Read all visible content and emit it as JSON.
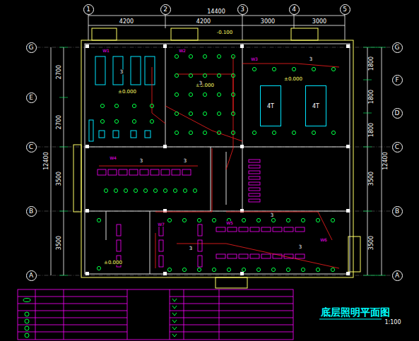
{
  "diagram": {
    "title": "底层照明平面图",
    "nodes": [
      {
        "text": [
          "1"
        ]
      },
      {
        "text": [
          "2"
        ]
      },
      {
        "text": [
          "3"
        ]
      },
      {
        "text": [
          "4"
        ]
      },
      {
        "text": [
          "5"
        ]
      },
      {
        "text": [
          "G"
        ]
      },
      {
        "text": [
          "G"
        ]
      },
      {
        "text": [
          "F"
        ]
      },
      {
        "text": [
          "E"
        ]
      },
      {
        "text": [
          "D"
        ]
      },
      {
        "text": [
          "C"
        ]
      },
      {
        "text": [
          "C"
        ]
      },
      {
        "text": [
          "B"
        ]
      },
      {
        "text": [
          "B"
        ]
      },
      {
        "text": [
          "A"
        ]
      },
      {
        "text": [
          "A"
        ]
      },
      {
        "text": [
          "4T"
        ]
      },
      {
        "text": [
          "4T"
        ]
      }
    ],
    "edges": [
      {
        "from": 5,
        "to": 6,
        "arrow": "none"
      },
      {
        "from": 10,
        "to": 11,
        "arrow": "none"
      },
      {
        "from": 12,
        "to": 13,
        "arrow": "none"
      },
      {
        "from": 14,
        "to": 15,
        "arrow": "none"
      }
    ],
    "labels": [
      "4200",
      "4200",
      "3000",
      "3000",
      "14400",
      "2700",
      "2700",
      "3500",
      "3500",
      "12400",
      "1800",
      "1800",
      "1800",
      "3500",
      "3500",
      "12400",
      "-0.100",
      "±0.000",
      "±0.000",
      "±0.000",
      "±0.000",
      "1:100",
      "W1",
      "W2",
      "W3",
      "W4",
      "W5",
      "W6",
      "W7",
      "3",
      "3",
      "3",
      "3",
      "3",
      "3",
      "3",
      "3"
    ]
  }
}
